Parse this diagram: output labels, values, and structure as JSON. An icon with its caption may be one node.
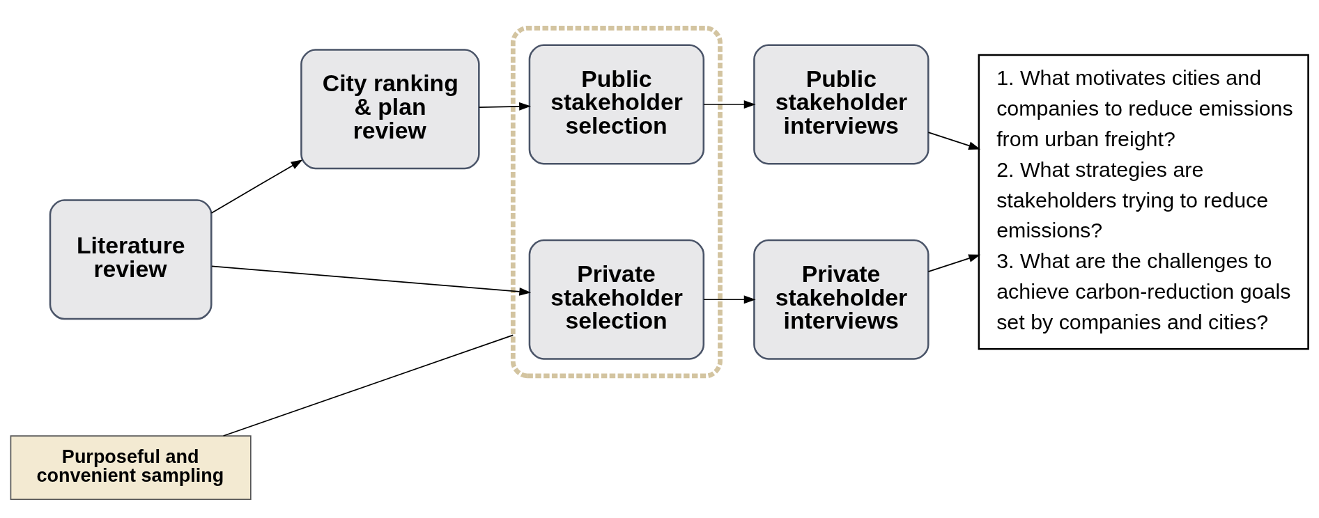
{
  "diagram": {
    "nodes": [
      {
        "text": [
          "Literature review"
        ]
      },
      {
        "text": [
          "City ranking & plan review"
        ]
      },
      {
        "text": [],
        "shape": "box"
      },
      {
        "text": [
          "Public stakeholder selection"
        ],
        "in": 2
      },
      {
        "text": [
          "Public stakeholder interviews"
        ]
      },
      {
        "text": [
          "Private stakeholder selection"
        ],
        "in": 2
      },
      {
        "text": [
          "Private stakeholder interviews"
        ]
      },
      {
        "text": [
          "1. What motivates cities and companies to reduce emissions from urban freight?",
          "2. What strategies are stakeholders trying to reduce emissions?",
          "3. What are the challenges to achieve carbon-reduction goals set by companies and cities?"
        ]
      },
      {
        "text": [
          "Purposeful and convenient sampling"
        ]
      }
    ],
    "edges": [
      {
        "from": 0,
        "to": 1,
        "arrow": "to"
      },
      {
        "from": 0,
        "to": 5,
        "arrow": "to"
      },
      {
        "from": 1,
        "to": 3,
        "arrow": "to"
      },
      {
        "from": 3,
        "to": 4,
        "arrow": "to"
      },
      {
        "from": 5,
        "to": 6,
        "arrow": "to"
      },
      {
        "from": 4,
        "to": 7,
        "arrow": "to"
      },
      {
        "from": 6,
        "to": 7,
        "arrow": "to"
      },
      {
        "from": 8,
        "to": 2,
        "arrow": "none"
      }
    ]
  }
}
